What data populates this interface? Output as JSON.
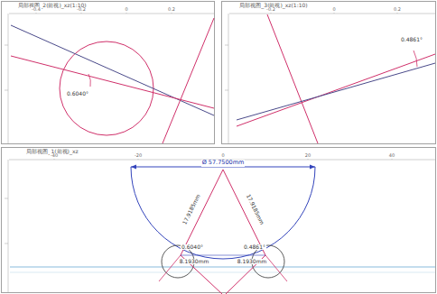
{
  "diagram": {
    "labels": [
      "局部视图_2(前视)_xz(1:10)",
      "局部视图_3(前视)_xz(1:10)",
      "局部视图_1(前视)_xz",
      "0.6040°",
      "0.4861°",
      "Ø 57.7500mm",
      "17.9185mm",
      "17.9185mm",
      "0.6040°",
      "0.4861°",
      "8.1930mm",
      "8.1930mm",
      "-0.4",
      "-0.2",
      "0",
      "0.2",
      "-0.2",
      "0",
      "0.2",
      "-40",
      "-20",
      "0",
      "20",
      "40"
    ]
  }
}
